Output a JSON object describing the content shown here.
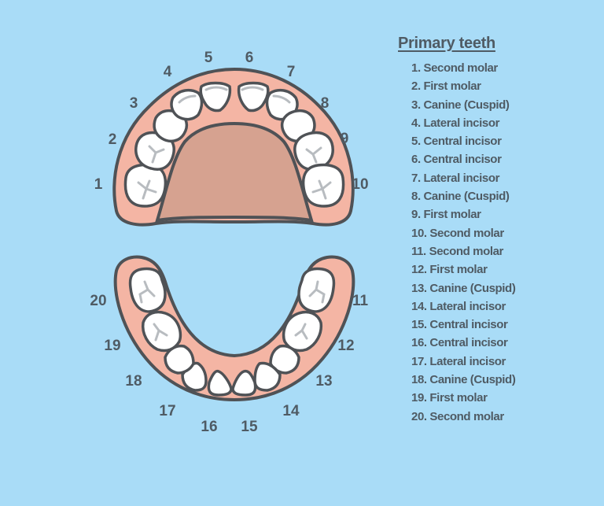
{
  "colors": {
    "background": "#a9dcf7",
    "gum": "#f4b5a4",
    "palate": "#d6a290",
    "tooth": "#ffffff",
    "outline": "#4f5256",
    "text": "#4f5b64"
  },
  "upper_arch_labels": [
    "1",
    "2",
    "3",
    "4",
    "5",
    "6",
    "7",
    "8",
    "9",
    "10"
  ],
  "lower_arch_labels": [
    "11",
    "12",
    "13",
    "14",
    "15",
    "16",
    "17",
    "18",
    "19",
    "20"
  ],
  "legend": {
    "title": "Primary teeth",
    "items": [
      "1. Second molar",
      "2. First molar",
      "3. Canine (Cuspid)",
      "4. Lateral incisor",
      "5. Central incisor",
      "6. Central incisor",
      "7. Lateral incisor",
      "8. Canine (Cuspid)",
      "9. First molar",
      "10. Second molar",
      "11. Second molar",
      "12. First molar",
      "13. Canine (Cuspid)",
      "14. Lateral incisor",
      "15. Central incisor",
      "16. Central incisor",
      "17. Lateral incisor",
      "18. Canine (Cuspid)",
      "19. First molar",
      "20. Second molar"
    ]
  }
}
